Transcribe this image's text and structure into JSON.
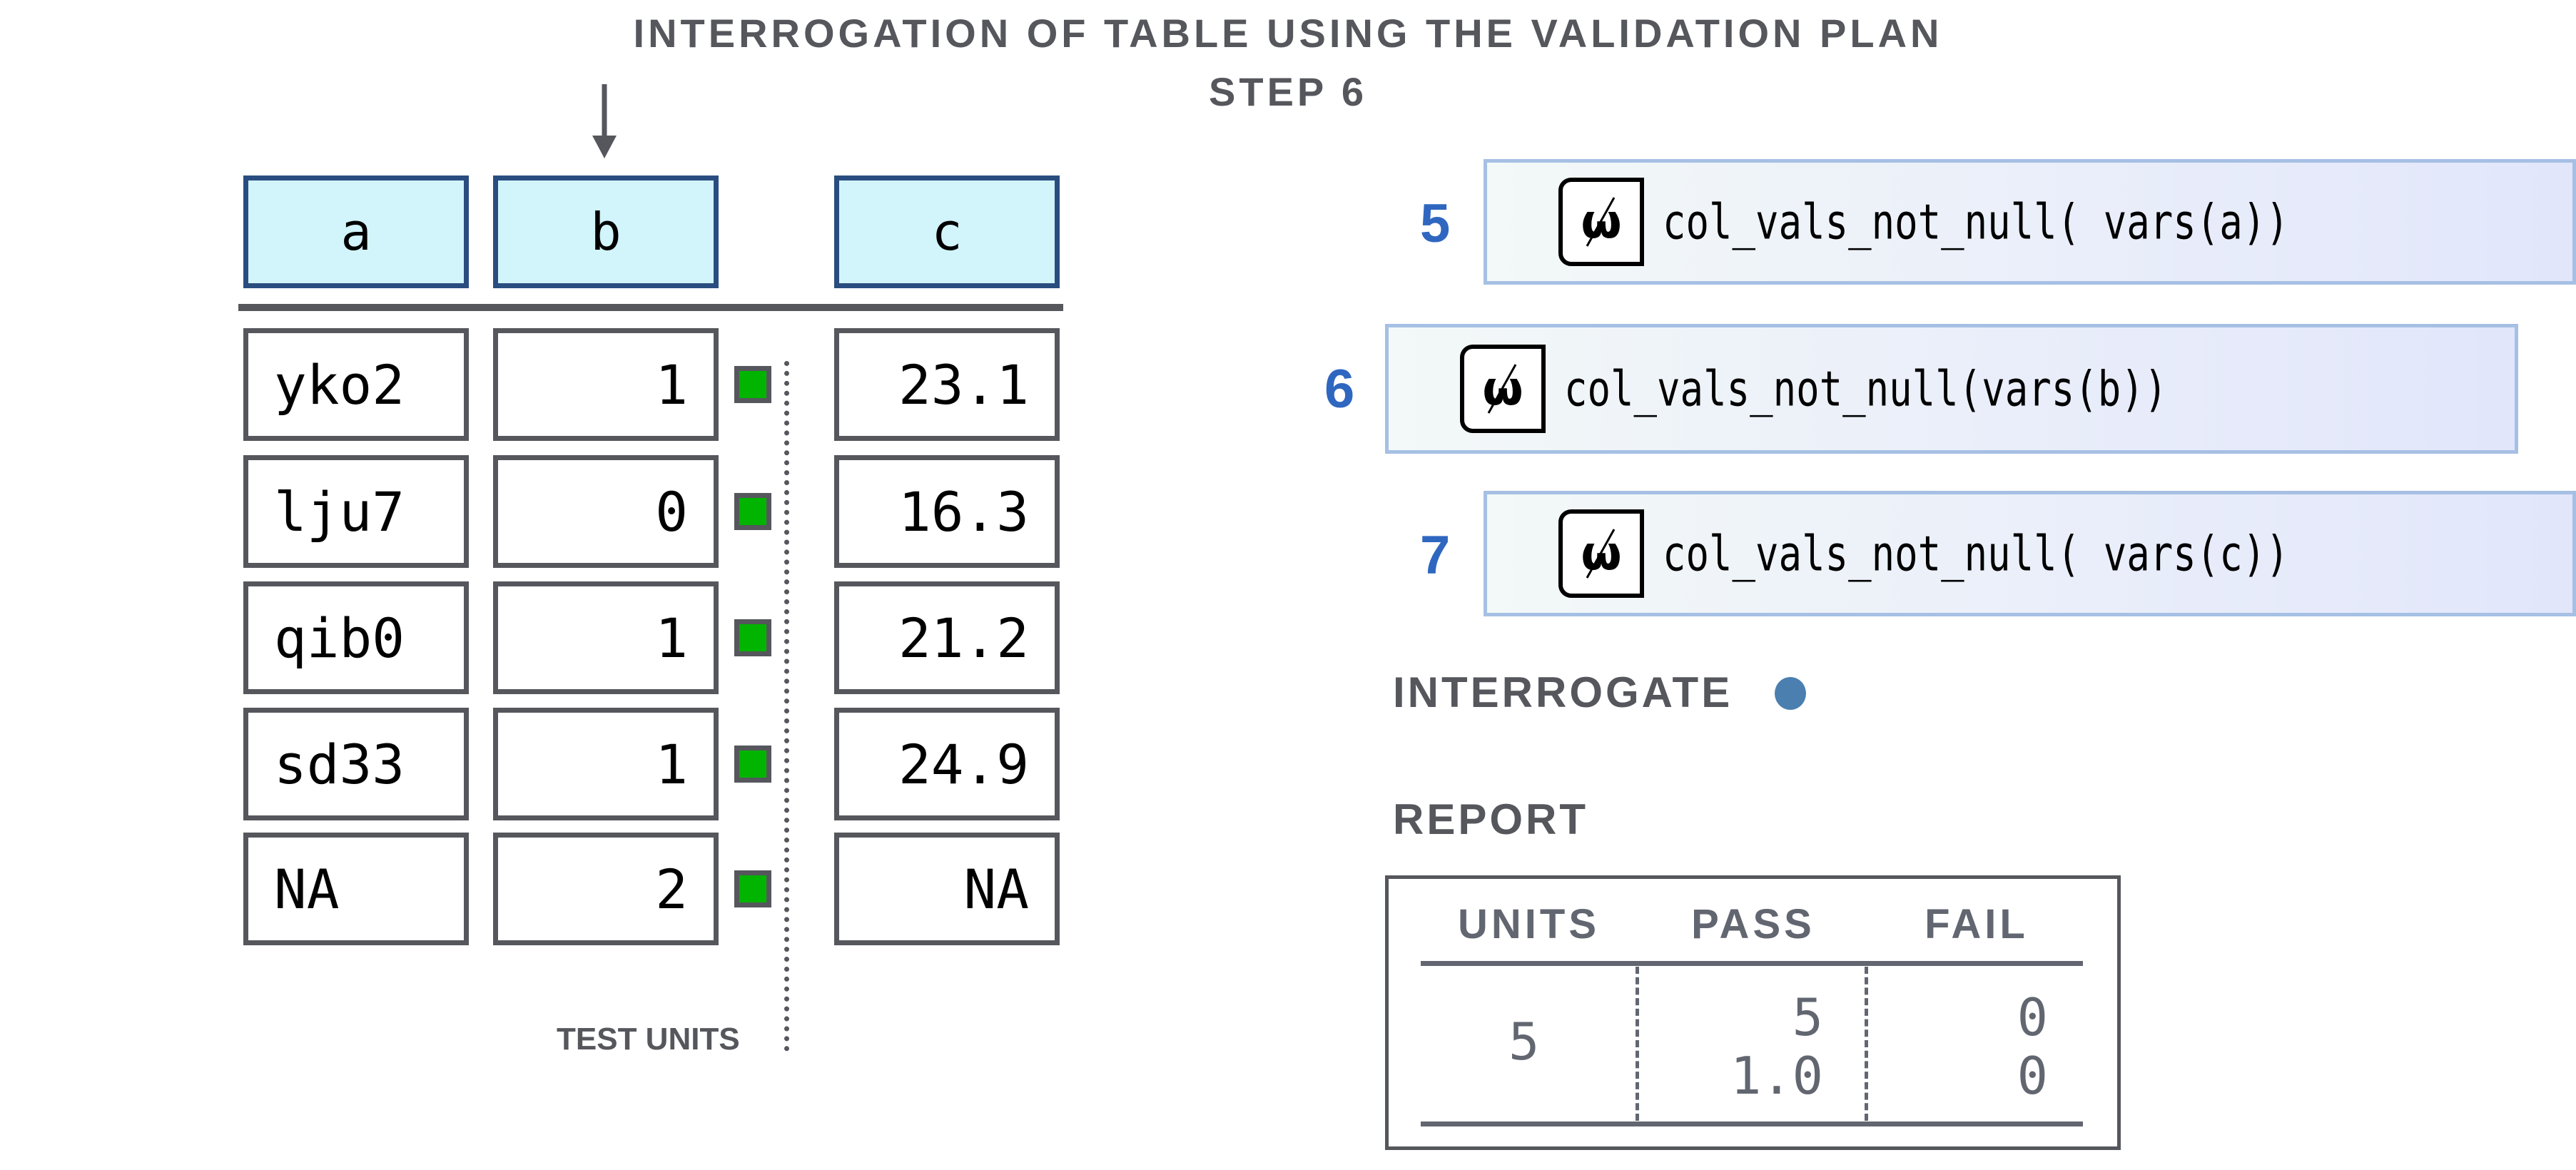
{
  "title": {
    "line1": "INTERROGATION OF TABLE USING THE VALIDATION PLAN",
    "line2": "STEP 6"
  },
  "table": {
    "columns": [
      "a",
      "b",
      "c"
    ],
    "rows": [
      {
        "a": "yko2",
        "b": "1",
        "c": "23.1",
        "test_unit": "pass"
      },
      {
        "a": "lju7",
        "b": "0",
        "c": "16.3",
        "test_unit": "pass"
      },
      {
        "a": "qib0",
        "b": "1",
        "c": "21.2",
        "test_unit": "pass"
      },
      {
        "a": "sd33",
        "b": "1",
        "c": "24.9",
        "test_unit": "pass"
      },
      {
        "a": "NA",
        "b": "2",
        "c": "NA",
        "test_unit": "pass"
      }
    ],
    "test_units_label": "TEST UNITS",
    "active_column": "b"
  },
  "steps": [
    {
      "number": "5",
      "icon": "null-omega-icon",
      "code": "col_vals_not_null( vars(a))"
    },
    {
      "number": "6",
      "icon": "null-omega-icon",
      "code": "col_vals_not_null(vars(b))",
      "active": true
    },
    {
      "number": "7",
      "icon": "null-omega-icon",
      "code": "col_vals_not_null( vars(c))"
    }
  ],
  "interrogate": {
    "label": "INTERROGATE",
    "dot_color": "#4a7fb0"
  },
  "report": {
    "label": "REPORT",
    "headers": [
      "UNITS",
      "PASS",
      "FAIL"
    ],
    "units": "5",
    "pass_count": "5",
    "pass_fraction": "1.0",
    "fail_count": "0",
    "fail_fraction": "0"
  },
  "colors": {
    "pass": "#00b400",
    "header_fill": "#d2f4fb",
    "step_number": "#2f67c0"
  }
}
